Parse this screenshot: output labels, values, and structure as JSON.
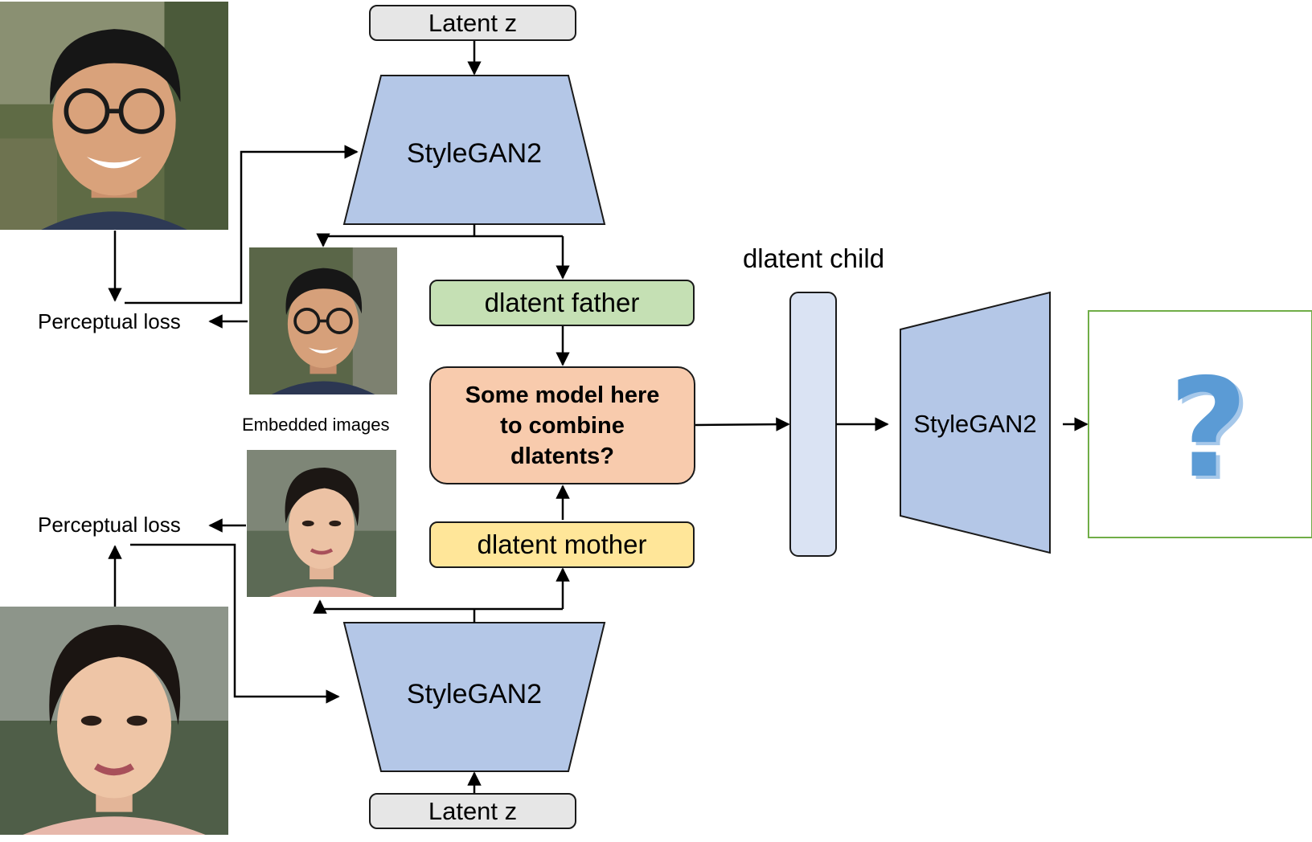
{
  "latent_top": "Latent z",
  "latent_bottom": "Latent z",
  "gen_top": "StyleGAN2",
  "gen_bottom": "StyleGAN2",
  "gen_child": "StyleGAN2",
  "dlatent_father": "dlatent father",
  "dlatent_mother": "dlatent mother",
  "dlatent_child": "dlatent child",
  "combine_model": [
    "Some model here",
    "to combine",
    "dlatents?"
  ],
  "perceptual_loss_top": "Perceptual loss",
  "perceptual_loss_bottom": "Perceptual loss",
  "embedded_images": "Embedded images",
  "output_placeholder": "?",
  "colors": {
    "generator_fill": "#b4c7e7",
    "father_fill": "#c5e0b4",
    "mother_fill": "#ffe699",
    "combine_fill": "#f8cbad",
    "child_vector_fill": "#dae3f3",
    "latent_fill": "#e6e6e6",
    "output_border": "#70ad47",
    "question_mark": "#5b9bd5"
  }
}
